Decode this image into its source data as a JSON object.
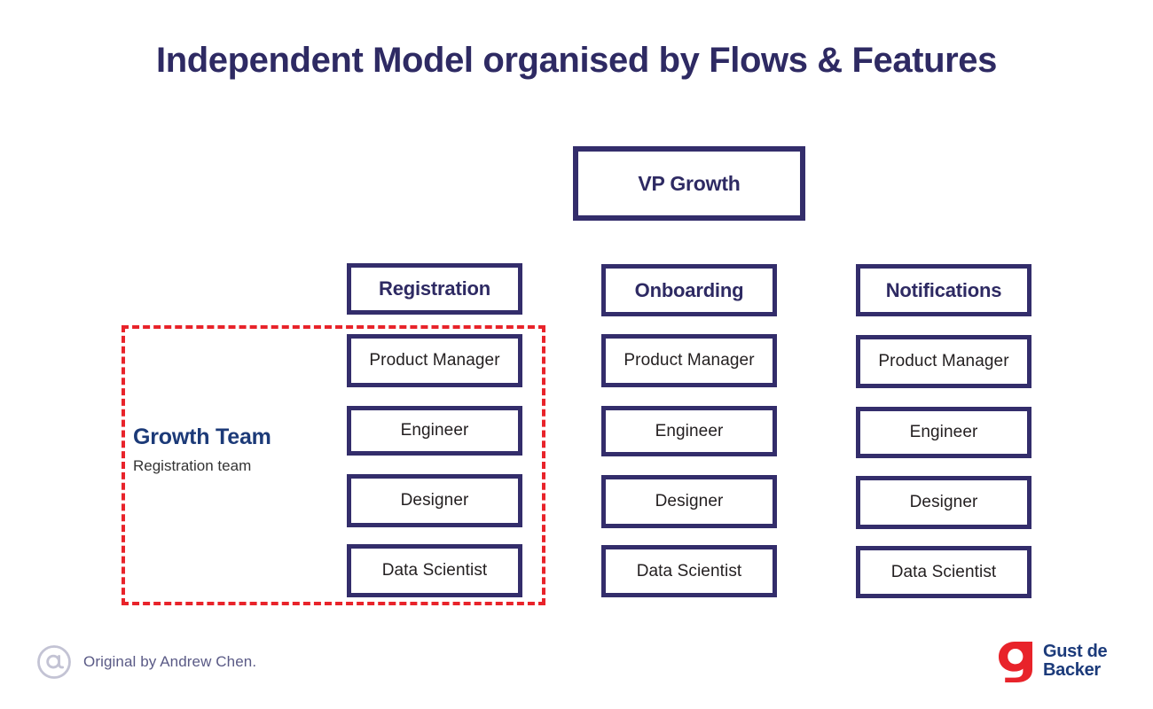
{
  "slide": {
    "title": "Independent Model organised by Flows & Features",
    "background_color": "#ffffff",
    "navy": "#332d6b",
    "title_navy": "#2e2a63",
    "accent_red": "#e8232a",
    "role_text_color": "#231f20",
    "caption_navy": "#1c3a78"
  },
  "org": {
    "leader": {
      "label": "VP Growth"
    },
    "columns": [
      {
        "header": "Registration",
        "roles": [
          "Product Manager",
          "Engineer",
          "Designer",
          "Data Scientist"
        ]
      },
      {
        "header": "Onboarding",
        "roles": [
          "Product Manager",
          "Engineer",
          "Designer",
          "Data Scientist"
        ]
      },
      {
        "header": "Notifications",
        "roles": [
          "Product Manager",
          "Engineer",
          "Designer",
          "Data Scientist"
        ]
      }
    ]
  },
  "highlight": {
    "title": "Growth Team",
    "subtitle": "Registration team",
    "outline_color": "#e8232a",
    "outline_style": "dashed"
  },
  "footer": {
    "credit_icon": "at-icon",
    "credit_text": "Original by Andrew Chen.",
    "logo": {
      "mark_icon": "gust-de-backer-g-mark",
      "mark_color": "#e8232a",
      "line1": "Gust de",
      "line2": "Backer",
      "text_color": "#1b3a7a"
    }
  }
}
